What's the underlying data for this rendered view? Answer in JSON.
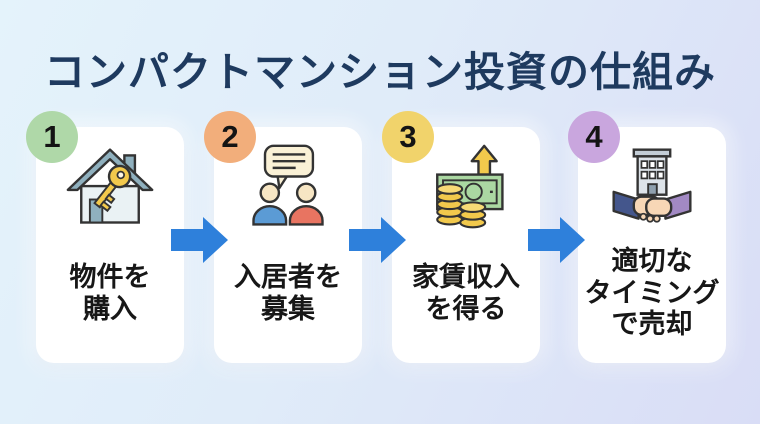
{
  "title": "コンパクトマンション投資の仕組み",
  "steps": [
    {
      "number": "1",
      "badge_color": "#afd8a8",
      "icon": "house-key-icon",
      "lines": [
        "物件を",
        "購入"
      ]
    },
    {
      "number": "2",
      "badge_color": "#f2ae7b",
      "icon": "tenants-speech-icon",
      "lines": [
        "入居者を",
        "募集"
      ]
    },
    {
      "number": "3",
      "badge_color": "#f1d36b",
      "icon": "rent-income-icon",
      "lines": [
        "家賃収入",
        "を得る"
      ]
    },
    {
      "number": "4",
      "badge_color": "#c9a6de",
      "icon": "building-handshake-icon",
      "lines": [
        "適切な",
        "タイミング",
        "で売却"
      ]
    }
  ],
  "colors": {
    "title_text": "#1e3a5f",
    "arrow_blue": "#2e80db",
    "card_background": "#ffffff",
    "background_gradient_start": "#e4f3fb",
    "background_gradient_end": "#d9ddf6"
  }
}
